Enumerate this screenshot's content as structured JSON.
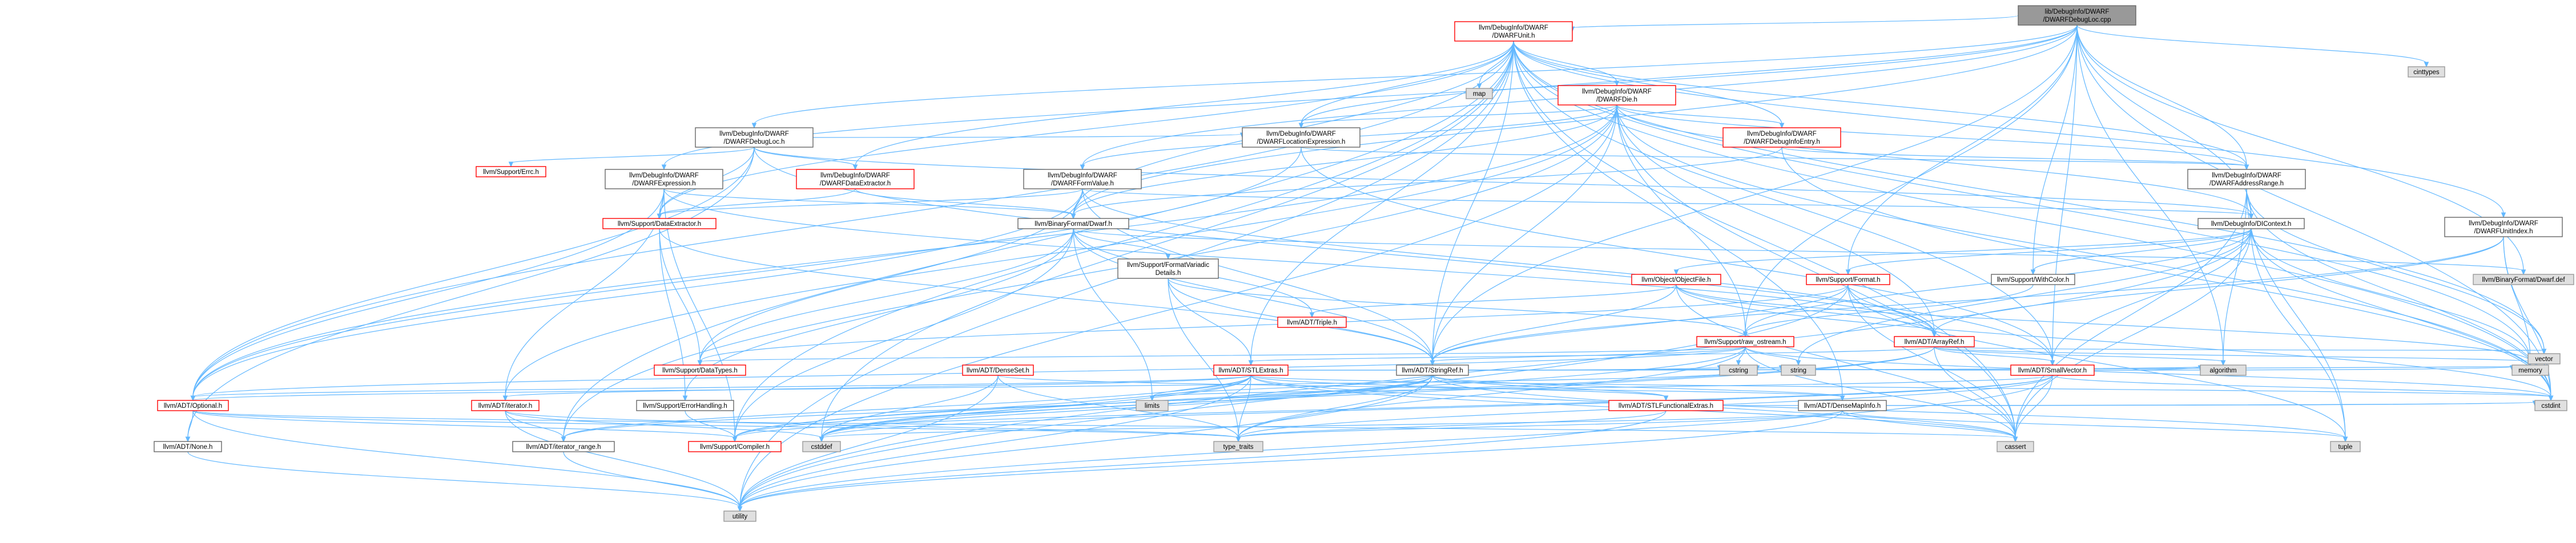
{
  "colors": {
    "root_fill": "#999999",
    "root_border": "#666666",
    "local_border": "#ff0000",
    "local_fill": "#ffffff",
    "system_fill": "#e0e0e0",
    "system_border": "#999999",
    "other_border": "#666666",
    "edge": "#63b8ff"
  },
  "nodes": [
    {
      "id": "root",
      "kind": "root",
      "lines": [
        "lib/DebugInfo/DWARF",
        "/DWARFDebugLoc.cpp"
      ]
    },
    {
      "id": "unit",
      "kind": "local",
      "lines": [
        "llvm/DebugInfo/DWARF",
        "/DWARFUnit.h"
      ]
    },
    {
      "id": "cinttypes",
      "kind": "system",
      "lines": [
        "cinttypes"
      ]
    },
    {
      "id": "map",
      "kind": "system",
      "lines": [
        "map"
      ]
    },
    {
      "id": "die",
      "kind": "local",
      "lines": [
        "llvm/DebugInfo/DWARF",
        "/DWARFDie.h"
      ]
    },
    {
      "id": "debugloc_h",
      "kind": "other",
      "lines": [
        "llvm/DebugInfo/DWARF",
        "/DWARFDebugLoc.h"
      ]
    },
    {
      "id": "locexpr",
      "kind": "other",
      "lines": [
        "llvm/DebugInfo/DWARF",
        "/DWARFLocationExpression.h"
      ]
    },
    {
      "id": "dbginfoentry",
      "kind": "local",
      "lines": [
        "llvm/DebugInfo/DWARF",
        "/DWARFDebugInfoEntry.h"
      ]
    },
    {
      "id": "errc",
      "kind": "local",
      "lines": [
        "llvm/Support/Errc.h"
      ]
    },
    {
      "id": "expression",
      "kind": "other",
      "lines": [
        "llvm/DebugInfo/DWARF",
        "/DWARFExpression.h"
      ]
    },
    {
      "id": "dataextractor_dwarf",
      "kind": "local",
      "lines": [
        "llvm/DebugInfo/DWARF",
        "/DWARFDataExtractor.h"
      ]
    },
    {
      "id": "formvalue",
      "kind": "other",
      "lines": [
        "llvm/DebugInfo/DWARF",
        "/DWARFFormValue.h"
      ]
    },
    {
      "id": "addressrange",
      "kind": "other",
      "lines": [
        "llvm/DebugInfo/DWARF",
        "/DWARFAddressRange.h"
      ]
    },
    {
      "id": "unitindex",
      "kind": "other",
      "lines": [
        "llvm/DebugInfo/DWARF",
        "/DWARFUnitIndex.h"
      ]
    },
    {
      "id": "support_dataextractor",
      "kind": "local",
      "lines": [
        "llvm/Support/DataExtractor.h"
      ]
    },
    {
      "id": "binaryformat_dwarf",
      "kind": "other",
      "lines": [
        "llvm/BinaryFormat/Dwarf.h"
      ]
    },
    {
      "id": "dicontext",
      "kind": "other",
      "lines": [
        "llvm/DebugInfo/DIContext.h"
      ]
    },
    {
      "id": "dwarf_def",
      "kind": "system",
      "lines": [
        "llvm/BinaryFormat/Dwarf.def"
      ]
    },
    {
      "id": "formatvariadic",
      "kind": "other",
      "lines": [
        "llvm/Support/FormatVariadic",
        "Details.h"
      ]
    },
    {
      "id": "objectfile",
      "kind": "local",
      "lines": [
        "llvm/Object/ObjectFile.h"
      ]
    },
    {
      "id": "supportformat",
      "kind": "local",
      "lines": [
        "llvm/Support/Format.h"
      ]
    },
    {
      "id": "withcolor",
      "kind": "other",
      "lines": [
        "llvm/Support/WithColor.h"
      ]
    },
    {
      "id": "triple",
      "kind": "local",
      "lines": [
        "llvm/ADT/Triple.h"
      ]
    },
    {
      "id": "raw_ostream",
      "kind": "local",
      "lines": [
        "llvm/Support/raw_ostream.h"
      ]
    },
    {
      "id": "arrayref",
      "kind": "local",
      "lines": [
        "llvm/ADT/ArrayRef.h"
      ]
    },
    {
      "id": "vector",
      "kind": "system",
      "lines": [
        "vector"
      ]
    },
    {
      "id": "datatypes",
      "kind": "local",
      "lines": [
        "llvm/Support/DataTypes.h"
      ]
    },
    {
      "id": "denseset",
      "kind": "local",
      "lines": [
        "llvm/ADT/DenseSet.h"
      ]
    },
    {
      "id": "stlextras",
      "kind": "local",
      "lines": [
        "llvm/ADT/STLExtras.h"
      ]
    },
    {
      "id": "stringref",
      "kind": "other",
      "lines": [
        "llvm/ADT/StringRef.h"
      ]
    },
    {
      "id": "smallvector",
      "kind": "local",
      "lines": [
        "llvm/ADT/SmallVector.h"
      ]
    },
    {
      "id": "optional",
      "kind": "local",
      "lines": [
        "llvm/ADT/Optional.h"
      ]
    },
    {
      "id": "iterator",
      "kind": "local",
      "lines": [
        "llvm/ADT/iterator.h"
      ]
    },
    {
      "id": "errorhandling",
      "kind": "other",
      "lines": [
        "llvm/Support/ErrorHandling.h"
      ]
    },
    {
      "id": "limits",
      "kind": "system",
      "lines": [
        "limits"
      ]
    },
    {
      "id": "stlfunctional",
      "kind": "local",
      "lines": [
        "llvm/ADT/STLFunctionalExtras.h"
      ]
    },
    {
      "id": "densemapinfo",
      "kind": "other",
      "lines": [
        "llvm/ADT/DenseMapInfo.h"
      ]
    },
    {
      "id": "cstring",
      "kind": "system",
      "lines": [
        "cstring"
      ]
    },
    {
      "id": "string",
      "kind": "system",
      "lines": [
        "string"
      ]
    },
    {
      "id": "algorithm",
      "kind": "system",
      "lines": [
        "algorithm"
      ]
    },
    {
      "id": "memory",
      "kind": "system",
      "lines": [
        "memory"
      ]
    },
    {
      "id": "cstdint",
      "kind": "system",
      "lines": [
        "cstdint"
      ]
    },
    {
      "id": "none",
      "kind": "other",
      "lines": [
        "llvm/ADT/None.h"
      ]
    },
    {
      "id": "iterator_range",
      "kind": "other",
      "lines": [
        "llvm/ADT/iterator_range.h"
      ]
    },
    {
      "id": "compiler",
      "kind": "local",
      "lines": [
        "llvm/Support/Compiler.h"
      ]
    },
    {
      "id": "cstddef",
      "kind": "system",
      "lines": [
        "cstddef"
      ]
    },
    {
      "id": "type_traits",
      "kind": "system",
      "lines": [
        "type_traits"
      ]
    },
    {
      "id": "cassert",
      "kind": "system",
      "lines": [
        "cassert"
      ]
    },
    {
      "id": "tuple",
      "kind": "system",
      "lines": [
        "tuple"
      ]
    },
    {
      "id": "utility",
      "kind": "system",
      "lines": [
        "utility"
      ]
    }
  ],
  "edges": [
    [
      "root",
      "unit"
    ],
    [
      "root",
      "cinttypes"
    ],
    [
      "root",
      "debugloc_h"
    ],
    [
      "root",
      "locexpr"
    ],
    [
      "root",
      "expression"
    ],
    [
      "root",
      "formvalue"
    ],
    [
      "root",
      "addressrange"
    ],
    [
      "root",
      "binaryformat_dwarf"
    ],
    [
      "root",
      "dicontext"
    ],
    [
      "root",
      "dwarf_def"
    ],
    [
      "root",
      "supportformat"
    ],
    [
      "root",
      "raw_ostream"
    ],
    [
      "root",
      "withcolor"
    ],
    [
      "root",
      "stringref"
    ],
    [
      "root",
      "smallvector"
    ],
    [
      "root",
      "algorithm"
    ],
    [
      "root",
      "cstdint"
    ],
    [
      "unit",
      "map"
    ],
    [
      "unit",
      "die"
    ],
    [
      "unit",
      "dbginfoentry"
    ],
    [
      "unit",
      "locexpr"
    ],
    [
      "unit",
      "dataextractor_dwarf"
    ],
    [
      "unit",
      "addressrange"
    ],
    [
      "unit",
      "unitindex"
    ],
    [
      "unit",
      "binaryformat_dwarf"
    ],
    [
      "unit",
      "support_dataextractor"
    ],
    [
      "unit",
      "optional"
    ],
    [
      "unit",
      "iterator_range"
    ],
    [
      "unit",
      "stringref"
    ],
    [
      "unit",
      "stlextras"
    ],
    [
      "unit",
      "densemapinfo"
    ],
    [
      "unit",
      "memory"
    ],
    [
      "unit",
      "vector"
    ],
    [
      "unit",
      "cstdint"
    ],
    [
      "unit",
      "utility"
    ],
    [
      "unit",
      "cassert"
    ],
    [
      "unit",
      "cstddef"
    ],
    [
      "unit",
      "smallvector"
    ],
    [
      "unit",
      "compiler"
    ],
    [
      "die",
      "dbginfoentry"
    ],
    [
      "die",
      "addressrange"
    ],
    [
      "die",
      "formvalue"
    ],
    [
      "die",
      "locexpr"
    ],
    [
      "die",
      "dicontext"
    ],
    [
      "die",
      "binaryformat_dwarf"
    ],
    [
      "die",
      "iterator"
    ],
    [
      "die",
      "optional"
    ],
    [
      "die",
      "arrayref"
    ],
    [
      "die",
      "raw_ostream"
    ],
    [
      "die",
      "iterator_range"
    ],
    [
      "die",
      "cstdint"
    ],
    [
      "die",
      "utility"
    ],
    [
      "die",
      "cassert"
    ],
    [
      "die",
      "stringref"
    ],
    [
      "debugloc_h",
      "errc"
    ],
    [
      "debugloc_h",
      "dataextractor_dwarf"
    ],
    [
      "debugloc_h",
      "locexpr"
    ],
    [
      "debugloc_h",
      "dicontext"
    ],
    [
      "debugloc_h",
      "support_dataextractor"
    ],
    [
      "debugloc_h",
      "optional"
    ],
    [
      "debugloc_h",
      "smallvector"
    ],
    [
      "debugloc_h",
      "none"
    ],
    [
      "locexpr",
      "addressrange"
    ],
    [
      "locexpr",
      "optional"
    ],
    [
      "locexpr",
      "smallvector"
    ],
    [
      "dbginfoentry",
      "binaryformat_dwarf"
    ],
    [
      "dbginfoentry",
      "addressrange"
    ],
    [
      "dbginfoentry",
      "cstdint"
    ],
    [
      "expression",
      "support_dataextractor"
    ],
    [
      "expression",
      "binaryformat_dwarf"
    ],
    [
      "expression",
      "optional"
    ],
    [
      "expression",
      "iterator"
    ],
    [
      "expression",
      "arrayref"
    ],
    [
      "expression",
      "compiler"
    ],
    [
      "dataextractor_dwarf",
      "support_dataextractor"
    ],
    [
      "dataextractor_dwarf",
      "binaryformat_dwarf"
    ],
    [
      "formvalue",
      "binaryformat_dwarf"
    ],
    [
      "formvalue",
      "support_dataextractor"
    ],
    [
      "formvalue",
      "dicontext"
    ],
    [
      "formvalue",
      "optional"
    ],
    [
      "formvalue",
      "arrayref"
    ],
    [
      "formvalue",
      "datatypes"
    ],
    [
      "formvalue",
      "stringref"
    ],
    [
      "addressrange",
      "dicontext"
    ],
    [
      "addressrange",
      "vector"
    ],
    [
      "addressrange",
      "cstdint"
    ],
    [
      "addressrange",
      "cassert"
    ],
    [
      "addressrange",
      "tuple"
    ],
    [
      "addressrange",
      "algorithm"
    ],
    [
      "unitindex",
      "arrayref"
    ],
    [
      "unitindex",
      "stringref"
    ],
    [
      "unitindex",
      "memory"
    ],
    [
      "unitindex",
      "cstdint"
    ],
    [
      "support_dataextractor",
      "datatypes"
    ],
    [
      "support_dataextractor",
      "stringref"
    ],
    [
      "support_dataextractor",
      "errorhandling"
    ],
    [
      "binaryformat_dwarf",
      "formatvariadic"
    ],
    [
      "binaryformat_dwarf",
      "dwarf_def"
    ],
    [
      "binaryformat_dwarf",
      "triple"
    ],
    [
      "binaryformat_dwarf",
      "datatypes"
    ],
    [
      "binaryformat_dwarf",
      "errorhandling"
    ],
    [
      "binaryformat_dwarf",
      "compiler"
    ],
    [
      "binaryformat_dwarf",
      "limits"
    ],
    [
      "binaryformat_dwarf",
      "stringref"
    ],
    [
      "dicontext",
      "objectfile"
    ],
    [
      "dicontext",
      "supportformat"
    ],
    [
      "dicontext",
      "withcolor"
    ],
    [
      "dicontext",
      "raw_ostream"
    ],
    [
      "dicontext",
      "smallvector"
    ],
    [
      "dicontext",
      "cstdint"
    ],
    [
      "dicontext",
      "memory"
    ],
    [
      "dicontext",
      "string"
    ],
    [
      "dicontext",
      "tuple"
    ],
    [
      "dicontext",
      "utility"
    ],
    [
      "dicontext",
      "cassert"
    ],
    [
      "formatvariadic",
      "stringref"
    ],
    [
      "formatvariadic",
      "stlextras"
    ],
    [
      "formatvariadic",
      "raw_ostream"
    ],
    [
      "formatvariadic",
      "type_traits"
    ],
    [
      "objectfile",
      "arrayref"
    ],
    [
      "objectfile",
      "triple"
    ],
    [
      "objectfile",
      "stringref"
    ],
    [
      "objectfile",
      "memory"
    ],
    [
      "objectfile",
      "cassert"
    ],
    [
      "objectfile",
      "cstdint"
    ],
    [
      "supportformat",
      "arrayref"
    ],
    [
      "supportformat",
      "stringref"
    ],
    [
      "supportformat",
      "datatypes"
    ],
    [
      "supportformat",
      "cassert"
    ],
    [
      "supportformat",
      "cstdio"
    ],
    [
      "supportformat",
      "tuple"
    ],
    [
      "supportformat",
      "utility"
    ],
    [
      "withcolor",
      "raw_ostream"
    ],
    [
      "raw_ostream",
      "stringref"
    ],
    [
      "raw_ostream",
      "datatypes"
    ],
    [
      "raw_ostream",
      "cassert"
    ],
    [
      "raw_ostream",
      "cstddef"
    ],
    [
      "raw_ostream",
      "cstdint"
    ],
    [
      "raw_ostream",
      "cstring"
    ],
    [
      "raw_ostream",
      "string"
    ],
    [
      "raw_ostream",
      "type_traits"
    ],
    [
      "raw_ostream",
      "optional"
    ],
    [
      "arrayref",
      "smallvector"
    ],
    [
      "arrayref",
      "stlextras"
    ],
    [
      "arrayref",
      "compiler"
    ],
    [
      "arrayref",
      "algorithm"
    ],
    [
      "arrayref",
      "memory"
    ],
    [
      "arrayref",
      "vector"
    ],
    [
      "arrayref",
      "cassert"
    ],
    [
      "arrayref",
      "cstddef"
    ],
    [
      "denseset",
      "densemapinfo"
    ],
    [
      "denseset",
      "type_traits"
    ],
    [
      "denseset",
      "cstddef"
    ],
    [
      "denseset",
      "utility"
    ],
    [
      "stlextras",
      "optional"
    ],
    [
      "stlextras",
      "iterator"
    ],
    [
      "stlextras",
      "iterator_range"
    ],
    [
      "stlextras",
      "stlfunctional"
    ],
    [
      "stlextras",
      "compiler"
    ],
    [
      "stlextras",
      "algorithm"
    ],
    [
      "stlextras",
      "cassert"
    ],
    [
      "stlextras",
      "cstddef"
    ],
    [
      "stlextras",
      "cstdint"
    ],
    [
      "stlextras",
      "limits"
    ],
    [
      "stlextras",
      "memory"
    ],
    [
      "stlextras",
      "tuple"
    ],
    [
      "stlextras",
      "type_traits"
    ],
    [
      "stlextras",
      "utility"
    ],
    [
      "stringref",
      "stlfunctional"
    ],
    [
      "stringref",
      "iterator_range"
    ],
    [
      "stringref",
      "compiler"
    ],
    [
      "stringref",
      "algorithm"
    ],
    [
      "stringref",
      "cassert"
    ],
    [
      "stringref",
      "cstddef"
    ],
    [
      "stringref",
      "cstring"
    ],
    [
      "stringref",
      "limits"
    ],
    [
      "stringref",
      "string"
    ],
    [
      "stringref",
      "type_traits"
    ],
    [
      "stringref",
      "utility"
    ],
    [
      "stringref",
      "densemapinfo"
    ],
    [
      "smallvector",
      "compiler"
    ],
    [
      "smallvector",
      "type_traits"
    ],
    [
      "smallvector",
      "algorithm"
    ],
    [
      "smallvector",
      "cassert"
    ],
    [
      "smallvector",
      "cstddef"
    ],
    [
      "smallvector",
      "cstdint"
    ],
    [
      "smallvector",
      "cstring"
    ],
    [
      "smallvector",
      "limits"
    ],
    [
      "smallvector",
      "memory"
    ],
    [
      "smallvector",
      "utility"
    ],
    [
      "optional",
      "none"
    ],
    [
      "optional",
      "compiler"
    ],
    [
      "optional",
      "cassert"
    ],
    [
      "optional",
      "cstring"
    ],
    [
      "optional",
      "type_traits"
    ],
    [
      "optional",
      "utility"
    ],
    [
      "iterator",
      "iterator_range"
    ],
    [
      "iterator",
      "cstddef"
    ],
    [
      "iterator",
      "type_traits"
    ],
    [
      "iterator",
      "utility"
    ],
    [
      "errorhandling",
      "compiler"
    ],
    [
      "stlfunctional",
      "type_traits"
    ],
    [
      "stlfunctional",
      "cstdint"
    ],
    [
      "stlfunctional",
      "utility"
    ],
    [
      "densemapinfo",
      "cassert"
    ],
    [
      "densemapinfo",
      "cstddef"
    ],
    [
      "densemapinfo",
      "cstdint"
    ],
    [
      "densemapinfo",
      "tuple"
    ],
    [
      "densemapinfo",
      "type_traits"
    ],
    [
      "densemapinfo",
      "utility"
    ],
    [
      "iterator_range",
      "utility"
    ],
    [
      "none",
      "utility"
    ]
  ]
}
